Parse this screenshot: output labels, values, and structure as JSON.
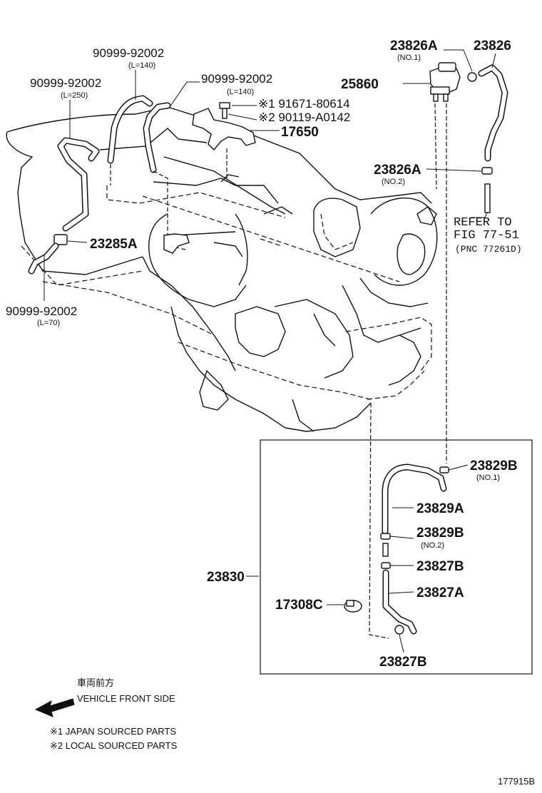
{
  "labels": {
    "hose_l140_a": {
      "pn": "90999-92002",
      "len": "(L=140)"
    },
    "hose_l250": {
      "pn": "90999-92002",
      "len": "(L=250)"
    },
    "hose_l140_b": {
      "pn": "90999-92002",
      "len": "(L=140)"
    },
    "bolt_1": "※1 91671-80614",
    "bolt_2": "※2 90119-A0142",
    "bracket": "17650",
    "valve_clamp_no1": {
      "pn": "23826A",
      "sub": "(NO.1)"
    },
    "hose_23826": "23826",
    "vsv": "25860",
    "clamp_no2": {
      "pn": "23826A",
      "sub": "(NO.2)"
    },
    "refer": {
      "line1": "REFER TO",
      "line2": "FIG 77-51",
      "line3": "(PNC 77261D)"
    },
    "joint": "23285A",
    "hose_l70": {
      "pn": "90999-92002",
      "len": "(L=70)"
    },
    "assembly": "23830",
    "clamp_23829b_no1": {
      "pn": "23829B",
      "sub": "(NO.1)"
    },
    "hose_23829a": "23829A",
    "clamp_23829b_no2": {
      "pn": "23829B",
      "sub": "(NO.2)"
    },
    "clamp_23827b_top": "23827B",
    "hose_23827a": "23827A",
    "clip_17308c": "17308C",
    "clamp_23827b_bottom": "23827B"
  },
  "legend": {
    "front_jp": "車両前方",
    "front_en": "VEHICLE FRONT SIDE",
    "note1": "※1 JAPAN SOURCED PARTS",
    "note2": "※2 LOCAL SOURCED PARTS"
  },
  "figure_id": "177915B"
}
